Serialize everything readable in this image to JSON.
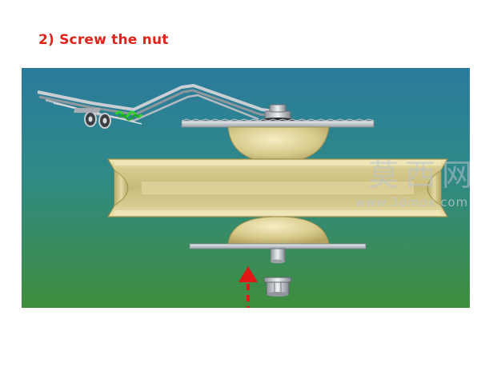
{
  "step": {
    "title": "2) Screw the nut"
  },
  "scene": {
    "description_icon": "pulley-assembly-illustration",
    "background_top": "#2c7b99",
    "background_bottom": "#3d8c3e",
    "wheel_color": "#d8cc94",
    "arrow_color": "#e01818"
  },
  "watermark": {
    "logo": "莫西网",
    "url": "www.3dmox.com"
  }
}
